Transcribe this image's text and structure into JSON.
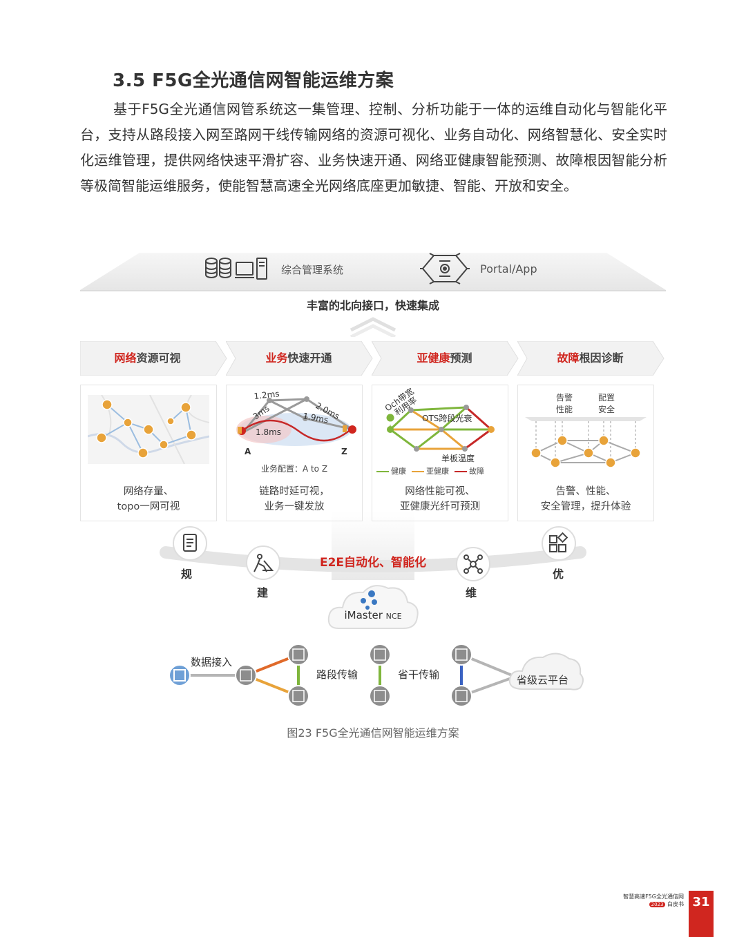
{
  "section_title": "3.5 F5G全光通信网智能运维方案",
  "paragraph": "基于F5G全光通信网管系统这一集管理、控制、分析功能于一体的运维自动化与智能化平台，支持从路段接入网至路网干线传输网络的资源可视化、业务自动化、网络智慧化、安全实时化运维管理，提供网络快速平滑扩容、业务快速开通、网络亚健康智能预测、故障根因智能分析等极简智能运维服务，使能智慧高速全光网络底座更加敏捷、智能、开放和安全。",
  "diagram": {
    "top_items": [
      {
        "label": "综合管理系统"
      },
      {
        "label": "Portal/App"
      }
    ],
    "northbound": "丰富的北向接口，快速集成",
    "headers": [
      {
        "red": "网络",
        "rest": "资源可视"
      },
      {
        "red": "业务",
        "rest": "快速开通"
      },
      {
        "red": "亚健康",
        "rest": "预测"
      },
      {
        "red": "故障",
        "rest": "根因诊断"
      }
    ],
    "panels": [
      {
        "cap1": "网络存量、",
        "cap2": "topo一网可视"
      },
      {
        "cap1": "链路时延可视，",
        "cap2": "业务一键发放",
        "latencies": [
          "1.2ms",
          "3ms",
          "2.0ms",
          "1.9ms",
          "1.8ms"
        ],
        "end_a": "A",
        "end_z": "Z",
        "config": "业务配置：A to Z"
      },
      {
        "cap1": "网络性能可视、",
        "cap2": "亚健康光纤可预测",
        "och": "Och带宽",
        "och2": "利用率",
        "ots": "OTS跨段光衰",
        "board": "单板温度",
        "legend": [
          "健康",
          "亚健康",
          "故障"
        ]
      },
      {
        "cap1": "告警、性能、",
        "cap2": "安全管理，提升体验",
        "labels": [
          "告警",
          "性能",
          "配置",
          "安全"
        ]
      }
    ],
    "e2e": "E2E自动化、智能化",
    "steps": [
      "规",
      "建",
      "维",
      "优"
    ],
    "imaster": "iMaster",
    "nce": "NCE",
    "network": {
      "access": "数据接入",
      "road": "路段传输",
      "trunk": "省干传输",
      "cloud": "省级云平台"
    }
  },
  "figure_caption": "图23 F5G全光通信网智能运维方案",
  "footer": {
    "line1": "智慧高速F5G全光通信网",
    "year": "2023",
    "line2": "白皮书",
    "page": "31"
  },
  "colors": {
    "accent": "#d0261f",
    "orange": "#e8a33a",
    "green": "#7fb63c",
    "blue": "#5b8fd3"
  }
}
